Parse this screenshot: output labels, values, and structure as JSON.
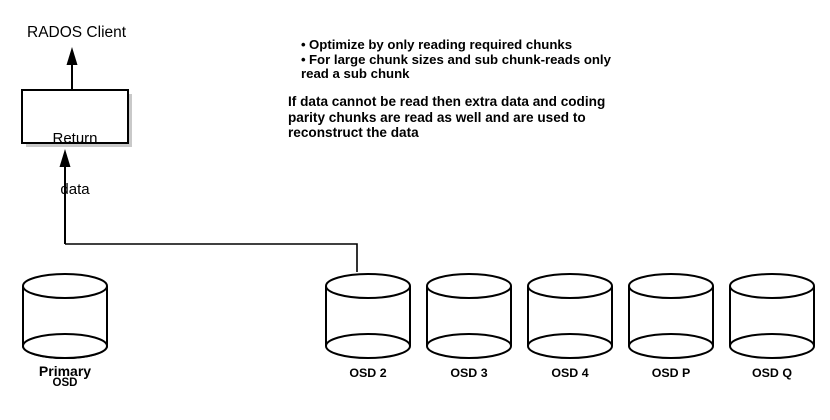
{
  "diagram": {
    "title_label": "RADOS Client",
    "return_box": {
      "line1": "Return",
      "line2": "data"
    },
    "notes": {
      "bullets": [
        "Optimize by only reading required chunks",
        "For large chunk sizes and sub chunk-reads only",
        "read a sub chunk"
      ],
      "bullet_char": "•",
      "paragraph": [
        "If data cannot be read then extra data and coding",
        "parity chunks are read as well and are used to",
        "reconstruct the data"
      ]
    },
    "primary_node": {
      "label_line1": "Primary",
      "label_line2": "OSD"
    },
    "osd_nodes": [
      {
        "label": "OSD 2"
      },
      {
        "label": "OSD 3"
      },
      {
        "label": "OSD 4"
      },
      {
        "label": "OSD P"
      },
      {
        "label": "OSD Q"
      }
    ],
    "colors": {
      "stroke": "#000000",
      "fill": "#ffffff",
      "background": "#ffffff",
      "shadow": "#b0b0b0"
    }
  }
}
